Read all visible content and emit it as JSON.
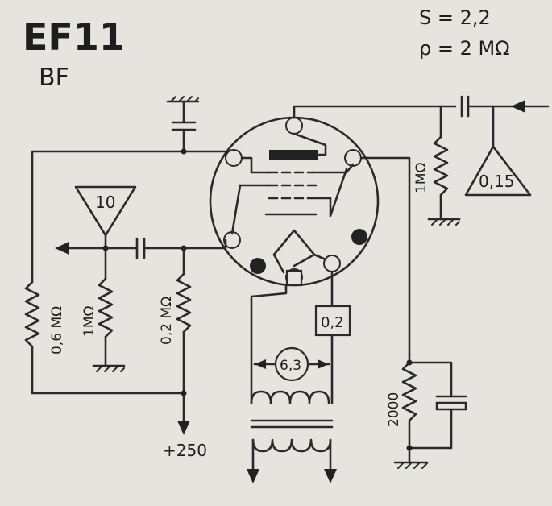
{
  "title": "EF11",
  "subtitle": "BF",
  "params": {
    "slope": "S = 2,2",
    "resistance": "ρ = 2 MΩ"
  },
  "labels": {
    "amp_in": "0,15",
    "amp_out": "10",
    "r_grid": "1MΩ",
    "r_out_grid": "1MΩ",
    "r_plate": "0,6 MΩ",
    "r_screen": "0,2 MΩ",
    "r_cathode": "2000",
    "supply": "+250",
    "heater_v": "6,3",
    "heater_a": "0,2"
  },
  "colors": {
    "paper": "#e6e4df",
    "ink": "#2a2a2a"
  }
}
